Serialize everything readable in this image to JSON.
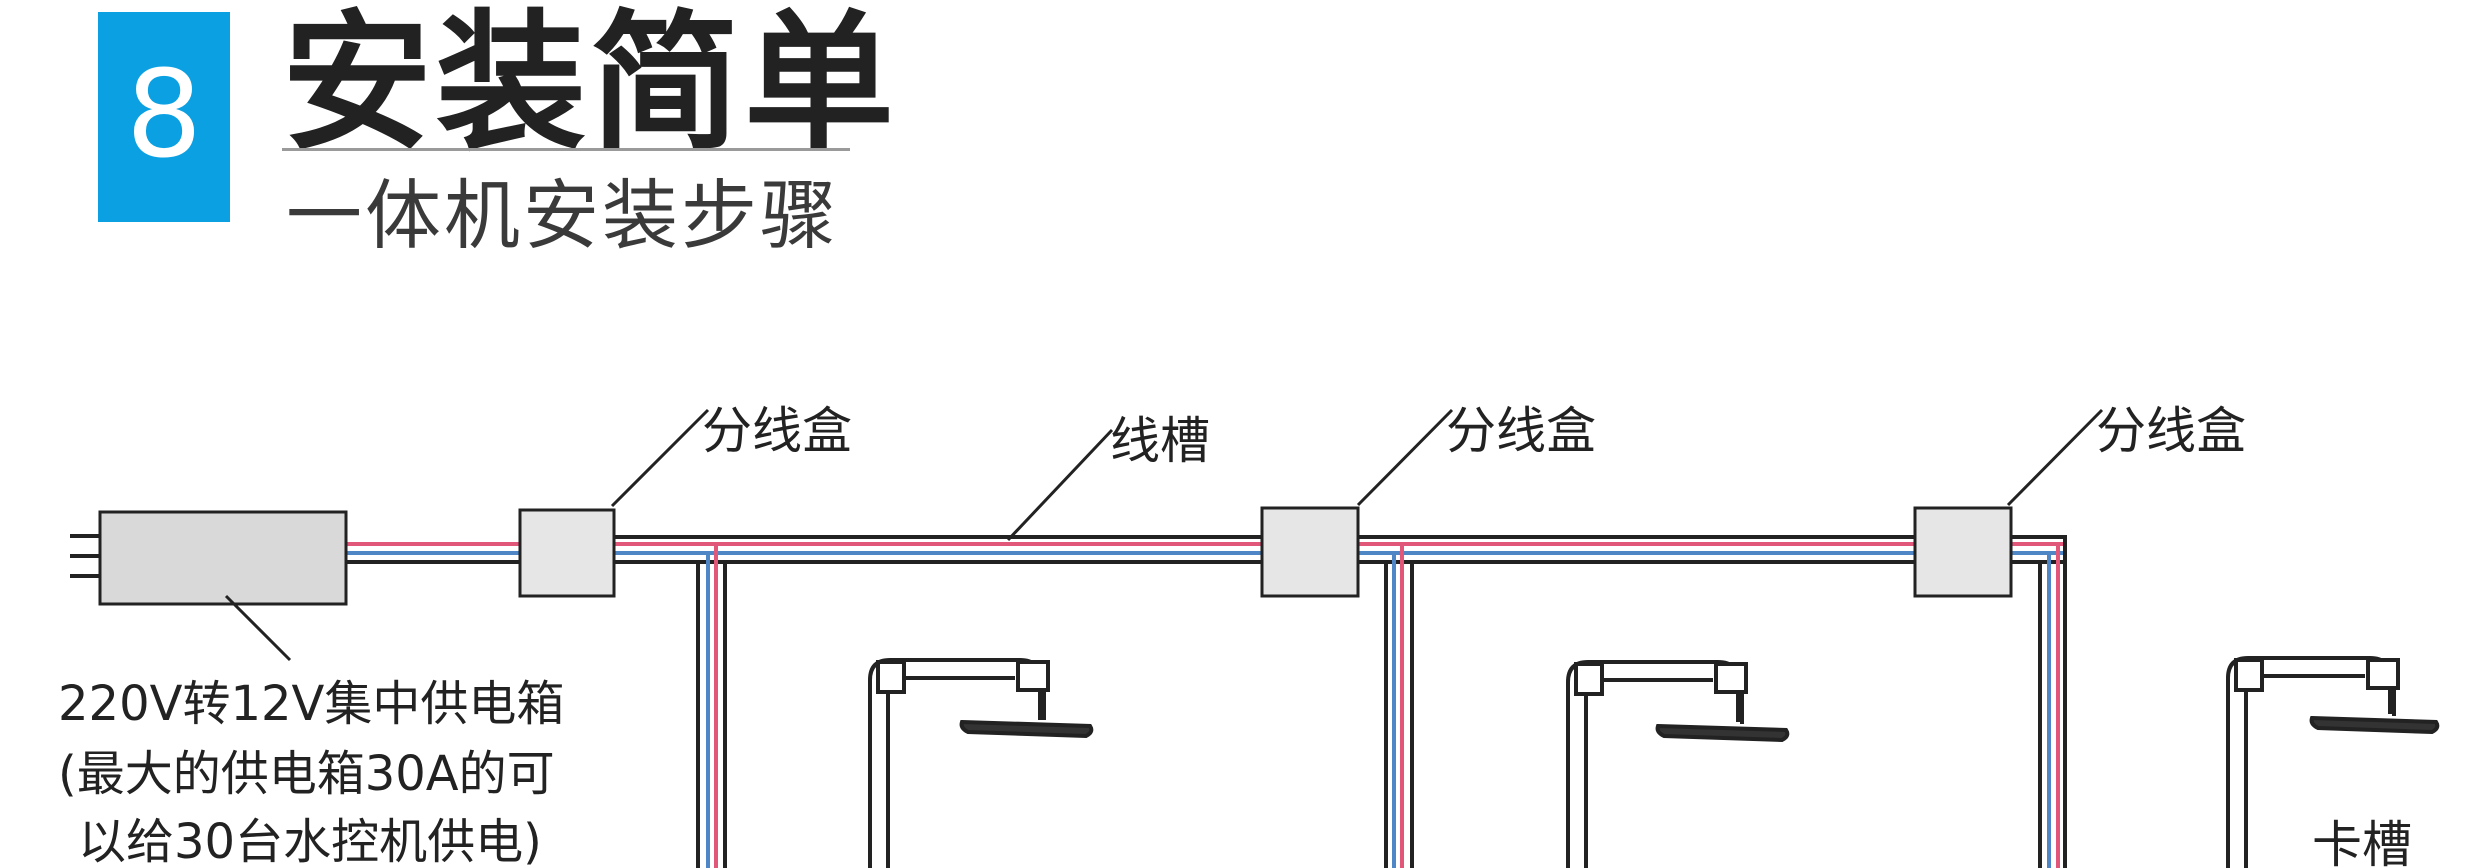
{
  "header": {
    "step_number": "8",
    "title": "安装简单",
    "subtitle": "一体机安装步骤"
  },
  "diagram": {
    "junction_box_label": "分线盒",
    "trunking_label": "线槽",
    "power_box_note": [
      "220V转12V集中供电箱",
      "(最大的供电箱30A的可",
      "以给30台水控机供电)"
    ],
    "clip_label": "卡槽"
  },
  "colors": {
    "accent": "#0aa0e2",
    "wire_red": "#e0577a",
    "wire_blue": "#4f86c6",
    "wire_dark": "#222222"
  }
}
